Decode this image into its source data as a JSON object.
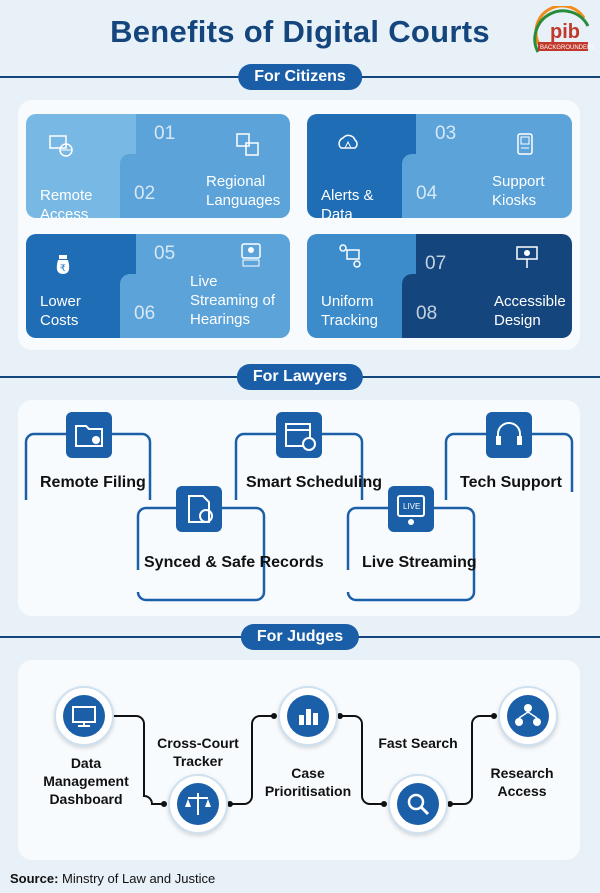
{
  "title": "Benefits of Digital Courts",
  "logo": {
    "text": "pib",
    "subtext": "BACKGROUNDERS"
  },
  "sections": {
    "citizens": {
      "heading": "For Citizens",
      "tiles": [
        {
          "num": "01",
          "label": "Remote Access",
          "icon": "computer-globe-icon"
        },
        {
          "num": "02",
          "label": "Regional Languages",
          "icon": "translate-icon"
        },
        {
          "num": "03",
          "label": "Alerts & Data",
          "icon": "cloud-alert-icon"
        },
        {
          "num": "04",
          "label": "Support Kiosks",
          "icon": "kiosk-icon"
        },
        {
          "num": "05",
          "label": "Lower Costs",
          "icon": "rupee-bag-icon"
        },
        {
          "num": "06",
          "label": "Live Streaming of Hearings",
          "icon": "live-person-icon"
        },
        {
          "num": "07",
          "label": "Uniform Tracking",
          "icon": "tracking-map-icon"
        },
        {
          "num": "08",
          "label": "Accessible Design",
          "icon": "accessible-design-icon"
        }
      ]
    },
    "lawyers": {
      "heading": "For Lawyers",
      "items": [
        {
          "label": "Remote Filing",
          "icon": "folder-user-icon"
        },
        {
          "label": "Synced & Safe Records",
          "icon": "synced-document-icon"
        },
        {
          "label": "Smart Scheduling",
          "icon": "calendar-clock-icon"
        },
        {
          "label": "Live Streaming",
          "icon": "live-video-icon"
        },
        {
          "label": "Tech Support",
          "icon": "headset-icon"
        }
      ]
    },
    "judges": {
      "heading": "For Judges",
      "items": [
        {
          "label": "Data Management Dashboard",
          "icon": "dashboard-monitor-icon"
        },
        {
          "label": "Cross-Court Tracker",
          "icon": "scales-icon"
        },
        {
          "label": "Case Prioritisation",
          "icon": "priority-chart-icon"
        },
        {
          "label": "Fast Search",
          "icon": "search-icon"
        },
        {
          "label": "Research Access",
          "icon": "research-network-icon"
        }
      ]
    }
  },
  "source": {
    "label": "Source:",
    "text": "Minstry of Law and Justice"
  },
  "colors": {
    "navy": "#14467d",
    "blue": "#1a5ea8",
    "light": "#5ba3d9"
  }
}
